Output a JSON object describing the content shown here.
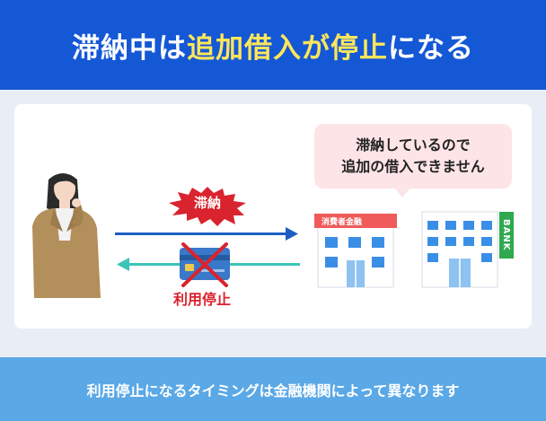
{
  "header": {
    "title_part1": "滞納中は",
    "title_highlight": "追加借入が停止",
    "title_part2": "になる"
  },
  "diagram": {
    "burst_label": "滞納",
    "bubble_line1": "滞納しているので",
    "bubble_line2": "追加の借入できません",
    "stop_label": "利用停止",
    "building_sign": "消費者金融",
    "bank_sign": "BANK"
  },
  "footer": {
    "text": "利用停止になるタイミングは金融機関によって異なります"
  },
  "colors": {
    "header_bg": "#1558d6",
    "highlight": "#ffe65a",
    "footer_bg": "#5aa8e6",
    "arrow_blue": "#1b5fc4",
    "arrow_teal": "#3cc4b8",
    "alert_red": "#d9232e",
    "bank_green": "#2fa84f"
  }
}
